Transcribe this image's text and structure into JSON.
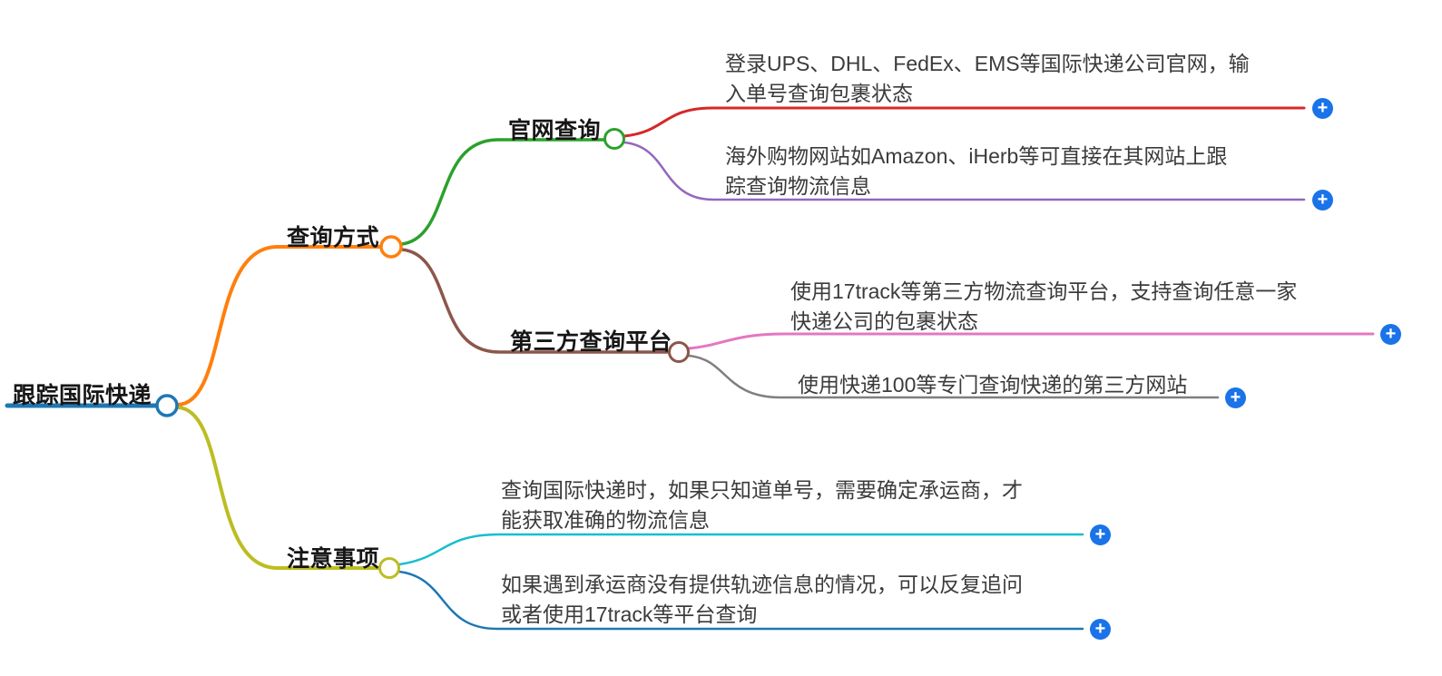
{
  "root": {
    "label": "跟踪国际快递",
    "color": "#1f77b4"
  },
  "branches": [
    {
      "label": "查询方式",
      "color": "#ff7f0e",
      "children": [
        {
          "label": "官网查询",
          "color": "#2ca02c",
          "children": [
            {
              "text": "登录UPS、DHL、FedEx、EMS等国际快递公司官网，输\n入单号查询包裹状态",
              "color": "#d62728"
            },
            {
              "text": "海外购物网站如Amazon、iHerb等可直接在其网站上跟\n踪查询物流信息",
              "color": "#9467bd"
            }
          ]
        },
        {
          "label": "第三方查询平台",
          "color": "#8c564b",
          "children": [
            {
              "text": "使用17track等第三方物流查询平台，支持查询任意一家\n快递公司的包裹状态",
              "color": "#e377c2"
            },
            {
              "text": "使用快递100等专门查询快递的第三方网站",
              "color": "#7f7f7f"
            }
          ]
        }
      ]
    },
    {
      "label": "注意事项",
      "color": "#bcbd22",
      "children": [
        {
          "text": "查询国际快递时，如果只知道单号，需要确定承运商，才\n能获取准确的物流信息",
          "color": "#17becf"
        },
        {
          "text": "如果遇到承运商没有提供轨迹信息的情况，可以反复追问\n或者使用17track等平台查询",
          "color": "#1f77b4"
        }
      ]
    }
  ],
  "add_button": {
    "symbol": "+",
    "color": "#1a73e8"
  },
  "palette": {
    "leaf_text": "#3b3b3b",
    "title_text": "#161616",
    "node_fill": "#ffffff"
  }
}
